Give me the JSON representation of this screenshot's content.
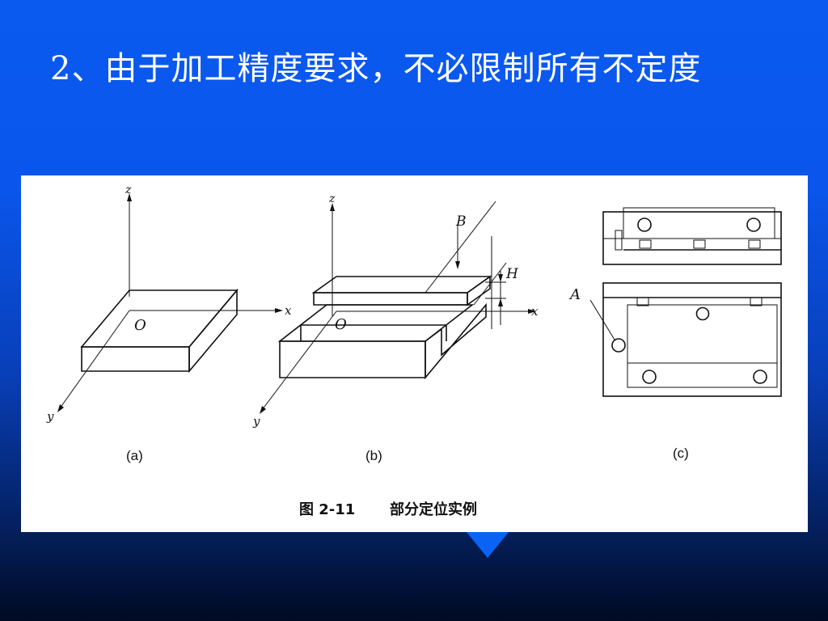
{
  "slide": {
    "title": "2、由于加工精度要求，不必限制所有不定度"
  },
  "figure": {
    "caption_number": "图 2-11",
    "caption_text": "部分定位实例",
    "panels": {
      "a": {
        "label": "(a)",
        "axis_x": "x",
        "axis_y": "y",
        "axis_z": "z",
        "origin": "O"
      },
      "b": {
        "label": "(b)",
        "axis_x": "x",
        "axis_y": "y",
        "axis_z": "z",
        "origin": "O",
        "mark_b": "B",
        "mark_h": "H"
      },
      "c": {
        "label": "(c)",
        "mark_a": "A"
      }
    }
  },
  "colors": {
    "background_top": "#0a5af0",
    "background_bottom": "#000a22",
    "title": "#ffffff",
    "panel": "#ffffff"
  }
}
